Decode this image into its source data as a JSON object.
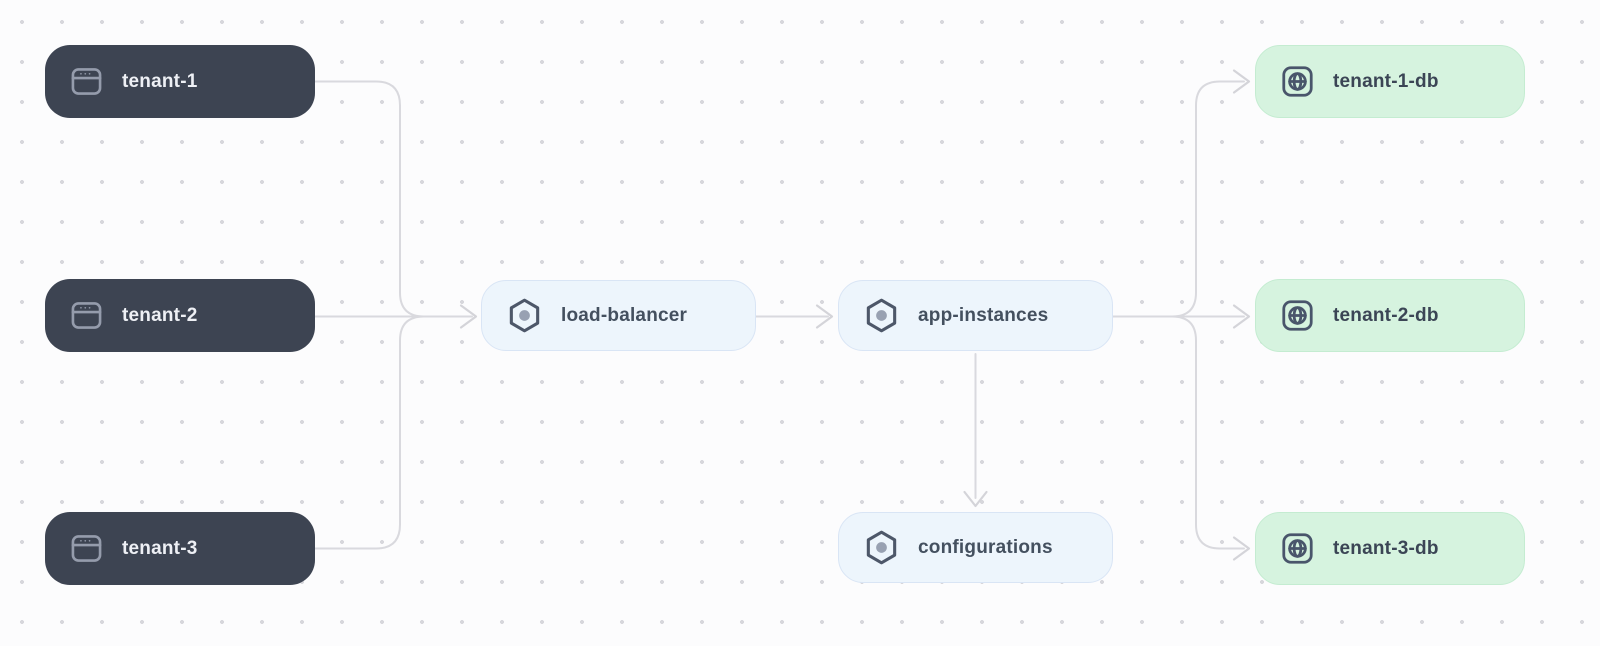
{
  "diagram": {
    "nodes": {
      "tenant1": {
        "label": "tenant-1",
        "icon": "app-window-icon"
      },
      "tenant2": {
        "label": "tenant-2",
        "icon": "app-window-icon"
      },
      "tenant3": {
        "label": "tenant-3",
        "icon": "app-window-icon"
      },
      "loadBalancer": {
        "label": "load-balancer",
        "icon": "hexagon-icon"
      },
      "appInstances": {
        "label": "app-instances",
        "icon": "hexagon-icon"
      },
      "configurations": {
        "label": "configurations",
        "icon": "hexagon-icon"
      },
      "db1": {
        "label": "tenant-1-db",
        "icon": "globe-icon"
      },
      "db2": {
        "label": "tenant-2-db",
        "icon": "globe-icon"
      },
      "db3": {
        "label": "tenant-3-db",
        "icon": "globe-icon"
      }
    },
    "edges": [
      {
        "from": "tenant-1",
        "to": "load-balancer"
      },
      {
        "from": "tenant-2",
        "to": "load-balancer"
      },
      {
        "from": "tenant-3",
        "to": "load-balancer"
      },
      {
        "from": "load-balancer",
        "to": "app-instances"
      },
      {
        "from": "app-instances",
        "to": "tenant-1-db"
      },
      {
        "from": "app-instances",
        "to": "tenant-2-db"
      },
      {
        "from": "app-instances",
        "to": "tenant-3-db"
      },
      {
        "from": "app-instances",
        "to": "configurations"
      }
    ],
    "colors": {
      "canvas_background": "#fcfcfd",
      "grid_dot": "#d7d7dc",
      "edge": "#d9d9de",
      "tenant_node_bg": "#3d4452",
      "tenant_node_text": "#eef0f5",
      "service_node_bg": "#edf5fc",
      "service_node_border": "#d9e5f5",
      "service_node_text": "#44505f",
      "db_node_bg": "#d6f3df",
      "db_node_border": "#c4ecd1",
      "db_node_text": "#3b4555"
    }
  }
}
